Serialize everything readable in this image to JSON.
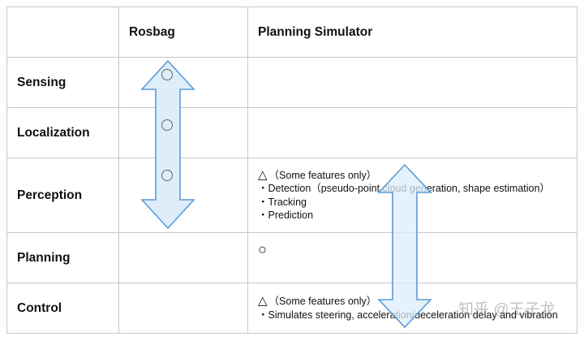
{
  "table": {
    "headers": [
      "",
      "Rosbag",
      "Planning Simulator"
    ],
    "rows": [
      {
        "label": "Sensing"
      },
      {
        "label": "Localization"
      },
      {
        "label": "Perception",
        "sim": {
          "symbol": "△",
          "text": "（Some features only）",
          "bullets": [
            "・Detection（pseudo-point cloud generation, shape estimation）",
            "・Tracking",
            "・Prediction"
          ]
        }
      },
      {
        "label": "Planning",
        "sim": {
          "symbol": "○"
        }
      },
      {
        "label": "Control",
        "sim": {
          "symbol": "△",
          "text": "（Some features only）",
          "bullets": [
            "・Simulates steering, acceleration/deceleration delay and vibration"
          ]
        }
      }
    ]
  },
  "rosbag_marks": [
    "○",
    "○",
    "○"
  ],
  "arrow_color": "#5b9bd5",
  "arrow_fill": "#ddeefa",
  "watermark": "知乎 @王子龙"
}
